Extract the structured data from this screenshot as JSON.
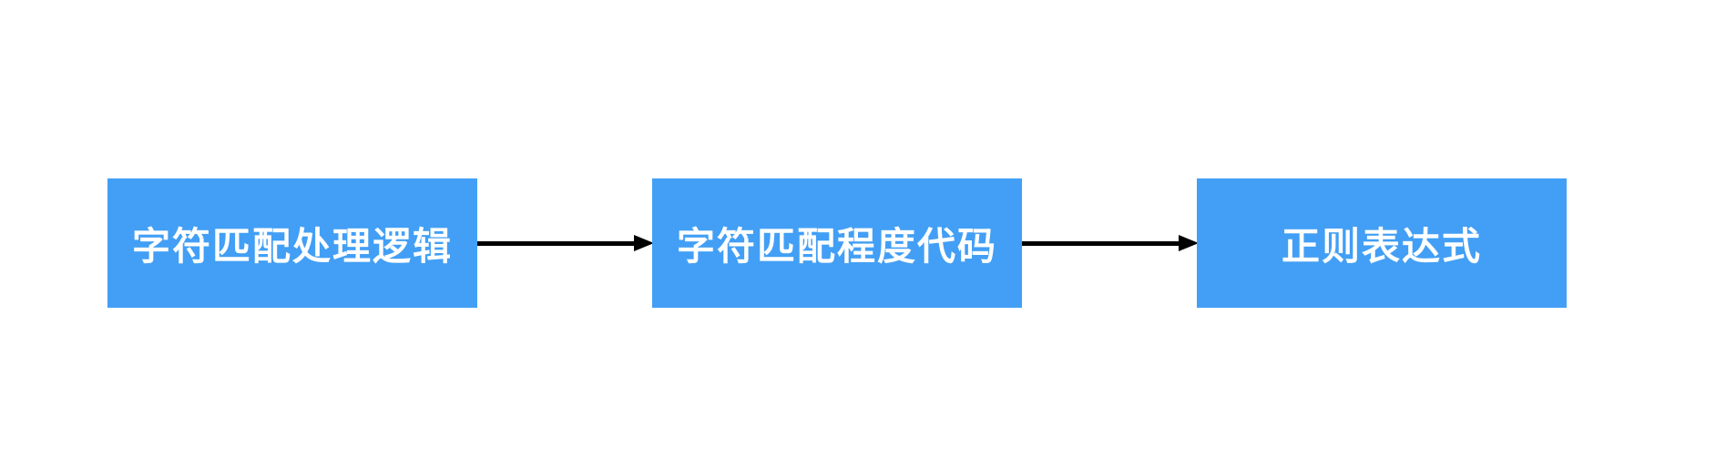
{
  "diagram": {
    "type": "flowchart",
    "direction": "left-to-right",
    "background_color": "#ffffff",
    "node_fill_color": "#429FF5",
    "node_text_color": "#ffffff",
    "arrow_color": "#000000",
    "nodes": [
      {
        "id": "node-1",
        "label": "字符匹配处理逻辑"
      },
      {
        "id": "node-2",
        "label": "字符匹配程度代码"
      },
      {
        "id": "node-3",
        "label": "正则表达式"
      }
    ],
    "edges": [
      {
        "from": "node-1",
        "to": "node-2",
        "style": "solid-arrow"
      },
      {
        "from": "node-2",
        "to": "node-3",
        "style": "solid-arrow"
      }
    ]
  }
}
